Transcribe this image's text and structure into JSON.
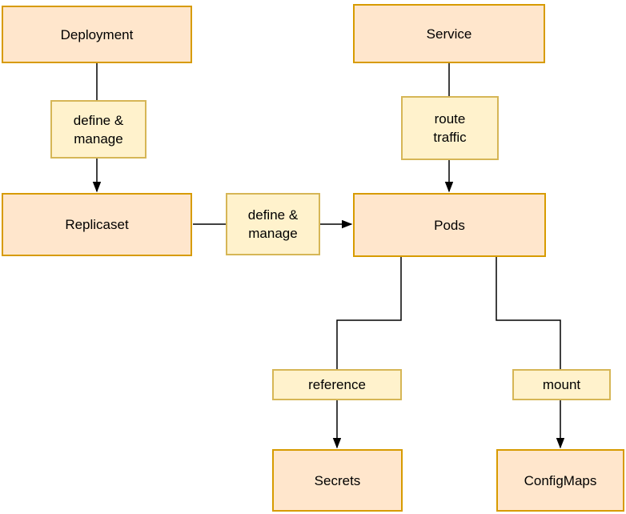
{
  "colors": {
    "background": "#ffffff",
    "node_fill": "#ffe6cc",
    "node_border": "#d79b00",
    "label_fill": "#fff2cc",
    "label_border": "#d6b656",
    "connector": "#000000",
    "text": "#000000"
  },
  "diagram": {
    "nodes": [
      {
        "id": "deployment",
        "label": "Deployment"
      },
      {
        "id": "service",
        "label": "Service"
      },
      {
        "id": "replicaset",
        "label": "Replicaset"
      },
      {
        "id": "pods",
        "label": "Pods"
      },
      {
        "id": "secrets",
        "label": "Secrets"
      },
      {
        "id": "configmaps",
        "label": "ConfigMaps"
      }
    ],
    "edge_labels": [
      {
        "id": "define-manage-1",
        "label": "define &\nmanage"
      },
      {
        "id": "route-traffic",
        "label": "route\ntraffic"
      },
      {
        "id": "define-manage-2",
        "label": "define &\nmanage"
      },
      {
        "id": "reference",
        "label": "reference"
      },
      {
        "id": "mount",
        "label": "mount"
      }
    ],
    "edges": [
      {
        "from": "Deployment",
        "to": "Replicaset",
        "label": "define & manage"
      },
      {
        "from": "Service",
        "to": "Pods",
        "label": "route traffic"
      },
      {
        "from": "Replicaset",
        "to": "Pods",
        "label": "define & manage"
      },
      {
        "from": "Pods",
        "to": "Secrets",
        "label": "reference"
      },
      {
        "from": "Pods",
        "to": "ConfigMaps",
        "label": "mount"
      }
    ]
  }
}
